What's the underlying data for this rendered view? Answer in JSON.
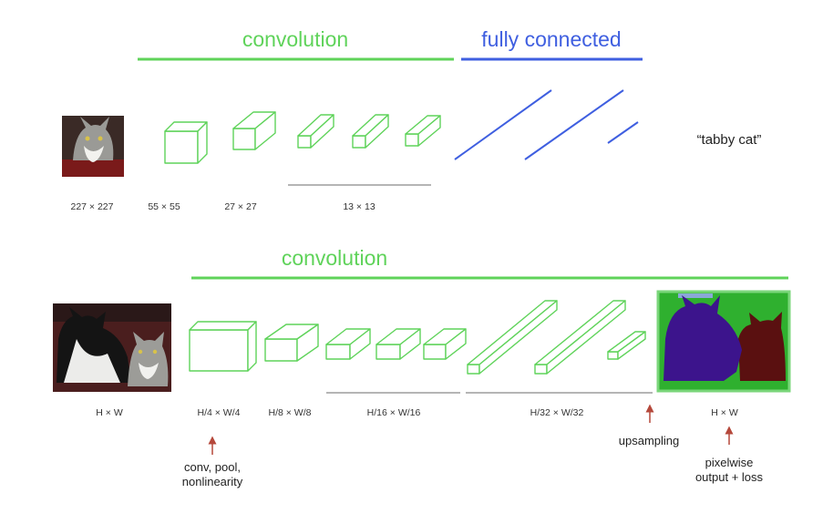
{
  "colors": {
    "convolution": "#5fd35a",
    "fully_connected": "#3f5fe0",
    "bracket": "#b5b5b5",
    "arrow": "#b5483b",
    "seg_background": "#2fb02f",
    "seg_cat1": "#3c148c",
    "seg_cat2": "#5a1010",
    "seg_border": "#7ad67a"
  },
  "top": {
    "convolution_label": "convolution",
    "fully_connected_label": "fully connected",
    "output_label": "“tabby cat”",
    "dims": [
      "227 × 227",
      "55 × 55",
      "27 × 27",
      "13 × 13"
    ]
  },
  "bottom": {
    "convolution_label": "convolution",
    "dims": [
      "H × W",
      "H/4 × W/4",
      "H/8 × W/8",
      "H/16 × W/16",
      "H/32 × W/32",
      "H × W"
    ],
    "annotations": {
      "conv": [
        "conv, pool,",
        "nonlinearity"
      ],
      "upsampling": "upsampling",
      "pixelwise": [
        "pixelwise",
        "output + loss"
      ]
    }
  }
}
